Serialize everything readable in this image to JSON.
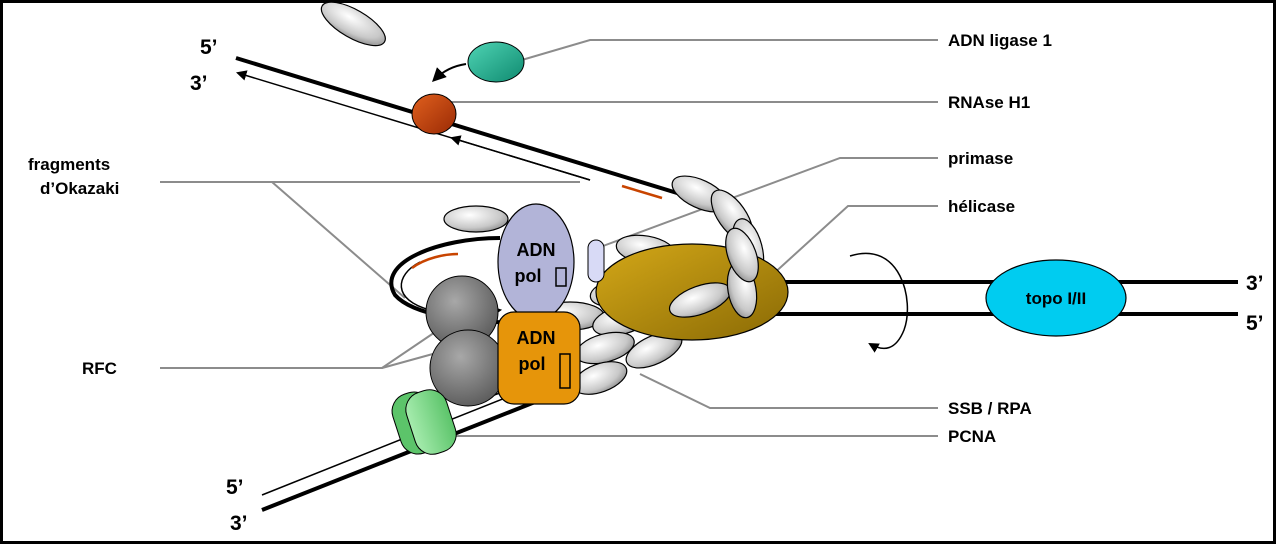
{
  "labels": {
    "ligase": "ADN ligase 1",
    "rnase": "RNAse H1",
    "primase": "primase",
    "helicase": "hélicase",
    "okazaki_line1": "fragments",
    "okazaki_line2": "d’Okazaki",
    "rfc": "RFC",
    "ssb": "SSB / RPA",
    "pcna": "PCNA",
    "topo": "topo I/II"
  },
  "polymerases": {
    "alpha": {
      "line1": "ADN",
      "line2": "pol",
      "symbol": ""
    },
    "delta": {
      "line1": "ADN",
      "line2": "pol",
      "symbol": ""
    }
  },
  "strand_ends": {
    "top_5": "5’",
    "top_3": "3’",
    "right_3": "3’",
    "right_5": "5’",
    "bottom_5": "5’",
    "bottom_3": "3’"
  },
  "colors": {
    "ligase": "#1aaa8c",
    "rnase": "#c43d0a",
    "pol_alpha": "#b2b4d8",
    "pol_delta": "#e6950a",
    "helicase": "#b8900a",
    "topo": "#00ccf0",
    "pcna": "#7fdc8a",
    "rfc": "#7c7c7c",
    "ssb": "#cfcfcf",
    "primer": "#c84400"
  }
}
